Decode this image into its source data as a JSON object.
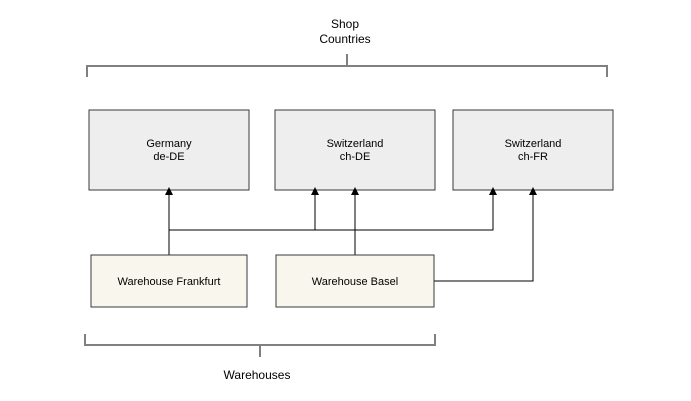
{
  "diagram": {
    "top_group_label": [
      "Shop",
      "Countries"
    ],
    "bottom_group_label": "Warehouses",
    "shops": [
      {
        "line1": "Germany",
        "line2": "de-DE"
      },
      {
        "line1": "Switzerland",
        "line2": "ch-DE"
      },
      {
        "line1": "Switzerland",
        "line2": "ch-FR"
      }
    ],
    "warehouses": [
      {
        "label": "Warehouse Frankfurt"
      },
      {
        "label": "Warehouse Basel"
      }
    ],
    "connections": [
      {
        "from": "Warehouse Frankfurt",
        "to": "Germany de-DE"
      },
      {
        "from": "Warehouse Frankfurt",
        "to": "Switzerland ch-DE"
      },
      {
        "from": "Warehouse Frankfurt",
        "to": "Switzerland ch-FR"
      },
      {
        "from": "Warehouse Basel",
        "to": "Switzerland ch-DE"
      },
      {
        "from": "Warehouse Basel",
        "to": "Switzerland ch-FR"
      }
    ]
  },
  "colors": {
    "shop_fill": "#eeeeee",
    "shop_stroke": "#36393d",
    "warehouse_fill": "#f9f7ed",
    "warehouse_stroke": "#36393d",
    "bracket_stroke": "#808080",
    "edge_stroke": "#000000"
  }
}
